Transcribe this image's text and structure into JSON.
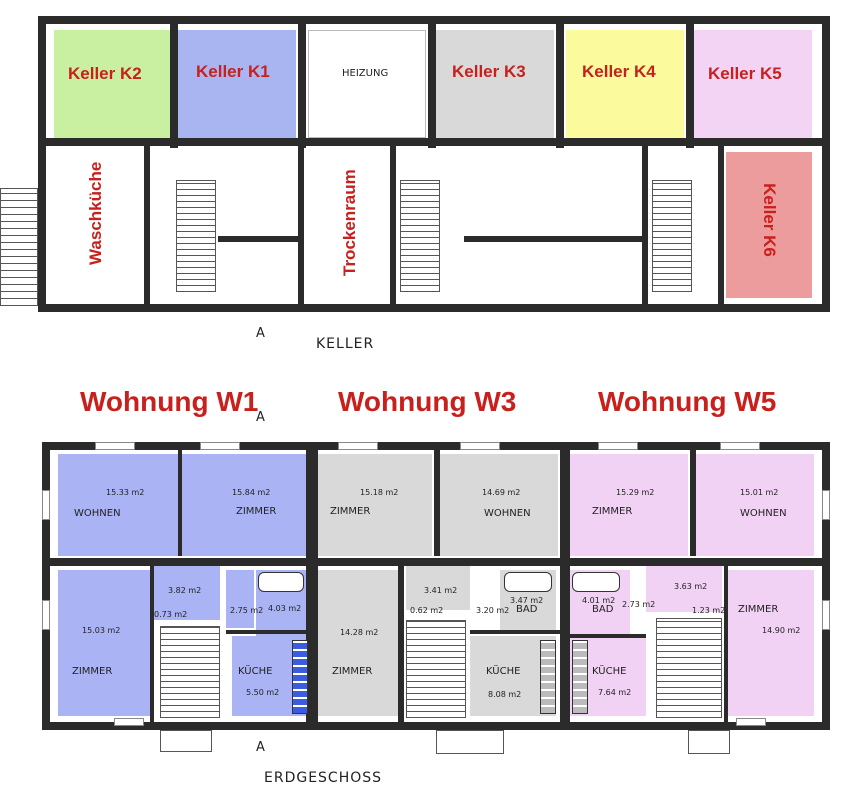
{
  "basement": {
    "title": "KELLER",
    "section_marker": "A",
    "rooms": {
      "k2": {
        "label": "Keller  K2",
        "color": "#c9f0a0"
      },
      "k1": {
        "label": "Keller  K1",
        "color": "#a9b5f0"
      },
      "heizung": {
        "label": "HEIZUNG",
        "color": "#ffffff"
      },
      "k3": {
        "label": "Keller  K3",
        "color": "#d9d9d9"
      },
      "k4": {
        "label": "Keller  K4",
        "color": "#fbfb9e"
      },
      "k5": {
        "label": "Keller  K5",
        "color": "#f4d4f4"
      },
      "waschkueche": {
        "label": "Waschküche"
      },
      "trockenraum": {
        "label": "Trockenraum"
      },
      "k6": {
        "label": "Keller  K6",
        "color": "#ec9c9c"
      }
    }
  },
  "ground_floor": {
    "title": "ERDGESCHOSS",
    "section_marker": "A",
    "apartments": {
      "w1": {
        "title": "Wohnung W1",
        "color": "#aab4f4"
      },
      "w3": {
        "title": "Wohnung W3",
        "color": "#d9d9d9"
      },
      "w5": {
        "title": "Wohnung W5",
        "color": "#f2d2f4"
      }
    },
    "rooms": {
      "w1_wohnen": {
        "name": "WOHNEN",
        "area": "15.33 m2"
      },
      "w1_zimmer_top": {
        "name": "ZIMMER",
        "area": "15.84 m2"
      },
      "w1_zimmer_bottom": {
        "name": "ZIMMER",
        "area": "15.03 m2"
      },
      "w1_flur": {
        "area": "3.82 m2"
      },
      "w1_wc": {
        "area": "0.73 m2"
      },
      "w1_bad": {
        "area": "4.03 m2"
      },
      "w1_abst": {
        "area": "2.75 m2"
      },
      "w1_kueche": {
        "name": "KÜCHE",
        "area": "5.50 m2"
      },
      "w3_zimmer_top": {
        "name": "ZIMMER",
        "area": "15.18 m2"
      },
      "w3_wohnen": {
        "name": "WOHNEN",
        "area": "14.69 m2"
      },
      "w3_zimmer_bottom": {
        "name": "ZIMMER",
        "area": "14.28 m2"
      },
      "w3_flur": {
        "area": "3.41 m2"
      },
      "w3_wc": {
        "area": "0.62 m2"
      },
      "w3_abst": {
        "area": "3.20 m2"
      },
      "w3_bad": {
        "name": "BAD",
        "area": "3.47 m2"
      },
      "w3_kueche": {
        "name": "KÜCHE",
        "area": "8.08 m2"
      },
      "w5_zimmer_top": {
        "name": "ZIMMER",
        "area": "15.29 m2"
      },
      "w5_wohnen": {
        "name": "WOHNEN",
        "area": "15.01 m2"
      },
      "w5_bad": {
        "name": "BAD",
        "area": "4.01 m2"
      },
      "w5_abst": {
        "area": "2.73 m2"
      },
      "w5_flur": {
        "area": "3.63 m2"
      },
      "w5_wc": {
        "area": "1.23 m2"
      },
      "w5_zimmer_bottom": {
        "name": "ZIMMER",
        "area": "14.90 m2"
      },
      "w5_kueche": {
        "name": "KÜCHE",
        "area": "7.64 m2"
      }
    }
  }
}
